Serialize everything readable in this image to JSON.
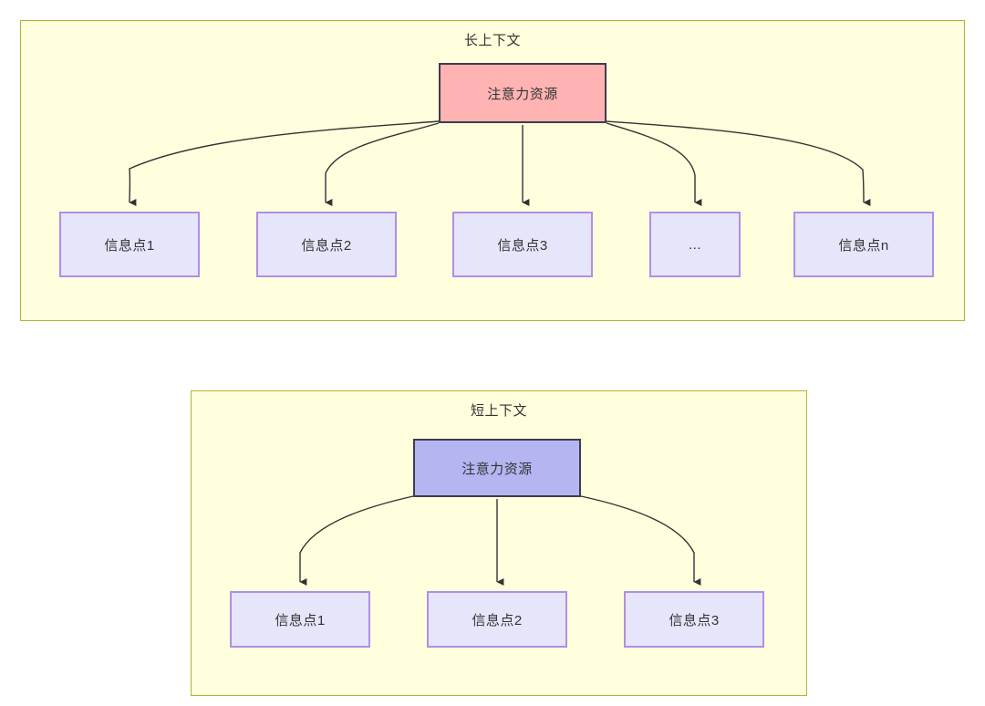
{
  "diagram": {
    "type": "node-link",
    "theme": {
      "group_fill": "#ffffdd",
      "group_border": "#b3b332",
      "root_long_fill": "#ffb3b3",
      "root_short_fill": "#b5b5f2",
      "root_border": "#3d3d4e",
      "leaf_fill": "#e6e6fb",
      "leaf_border": "#b08ee8",
      "edge_color": "#333333",
      "text_color": "#333333"
    },
    "groups": [
      {
        "id": "long-context",
        "title": "长上下文",
        "root": {
          "label": "注意力资源",
          "fill": "pink"
        },
        "leaves": [
          {
            "label": "信息点1"
          },
          {
            "label": "信息点2"
          },
          {
            "label": "信息点3"
          },
          {
            "label": "..."
          },
          {
            "label": "信息点n"
          }
        ]
      },
      {
        "id": "short-context",
        "title": "短上下文",
        "root": {
          "label": "注意力资源",
          "fill": "purple"
        },
        "leaves": [
          {
            "label": "信息点1"
          },
          {
            "label": "信息点2"
          },
          {
            "label": "信息点3"
          }
        ]
      }
    ]
  }
}
